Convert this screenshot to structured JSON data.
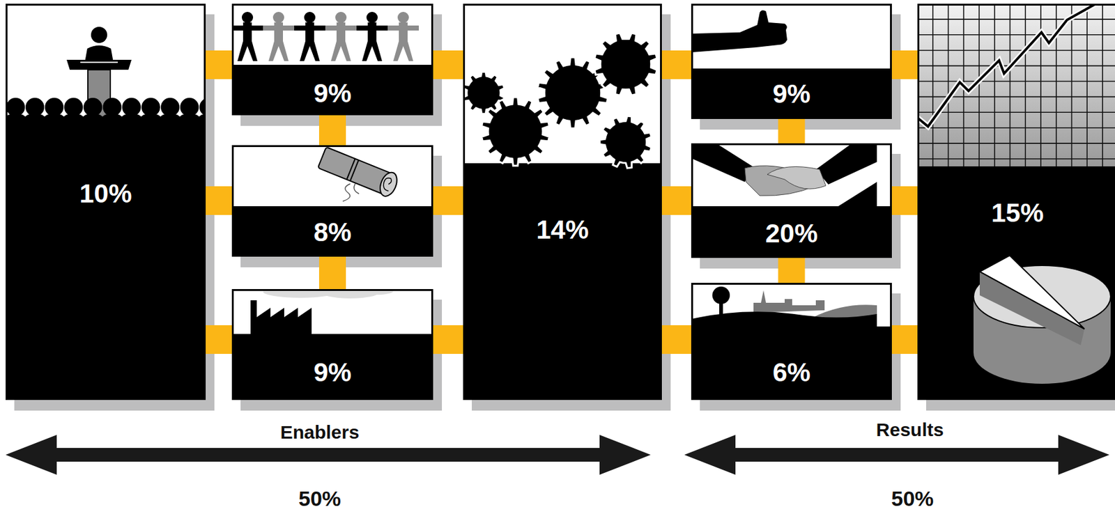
{
  "diagram": {
    "nodes": [
      {
        "text": [
          "10%"
        ]
      },
      {
        "text": [
          "9%"
        ]
      },
      {
        "text": [
          "8%"
        ]
      },
      {
        "text": [
          "9%"
        ]
      },
      {
        "text": [
          "14%"
        ]
      },
      {
        "text": [
          "9%"
        ]
      },
      {
        "text": [
          "20%"
        ]
      },
      {
        "text": [
          "6%"
        ]
      },
      {
        "text": [
          "15%"
        ]
      }
    ],
    "edges": [
      {
        "from": 0,
        "to": 1,
        "arrow": "none"
      },
      {
        "from": 0,
        "to": 2,
        "arrow": "none"
      },
      {
        "from": 0,
        "to": 3,
        "arrow": "none"
      },
      {
        "from": 1,
        "to": 2,
        "arrow": "none"
      },
      {
        "from": 2,
        "to": 3,
        "arrow": "none"
      },
      {
        "from": 1,
        "to": 4,
        "arrow": "none"
      },
      {
        "from": 2,
        "to": 4,
        "arrow": "none"
      },
      {
        "from": 3,
        "to": 4,
        "arrow": "none"
      },
      {
        "from": 4,
        "to": 5,
        "arrow": "none"
      },
      {
        "from": 4,
        "to": 6,
        "arrow": "none"
      },
      {
        "from": 4,
        "to": 7,
        "arrow": "none"
      },
      {
        "from": 5,
        "to": 6,
        "arrow": "none"
      },
      {
        "from": 6,
        "to": 7,
        "arrow": "none"
      },
      {
        "from": 5,
        "to": 8,
        "arrow": "none"
      },
      {
        "from": 6,
        "to": 8,
        "arrow": "none"
      },
      {
        "from": 7,
        "to": 8,
        "arrow": "none"
      }
    ],
    "labels": [
      "Enablers",
      "Results",
      "50%",
      "50%"
    ]
  }
}
